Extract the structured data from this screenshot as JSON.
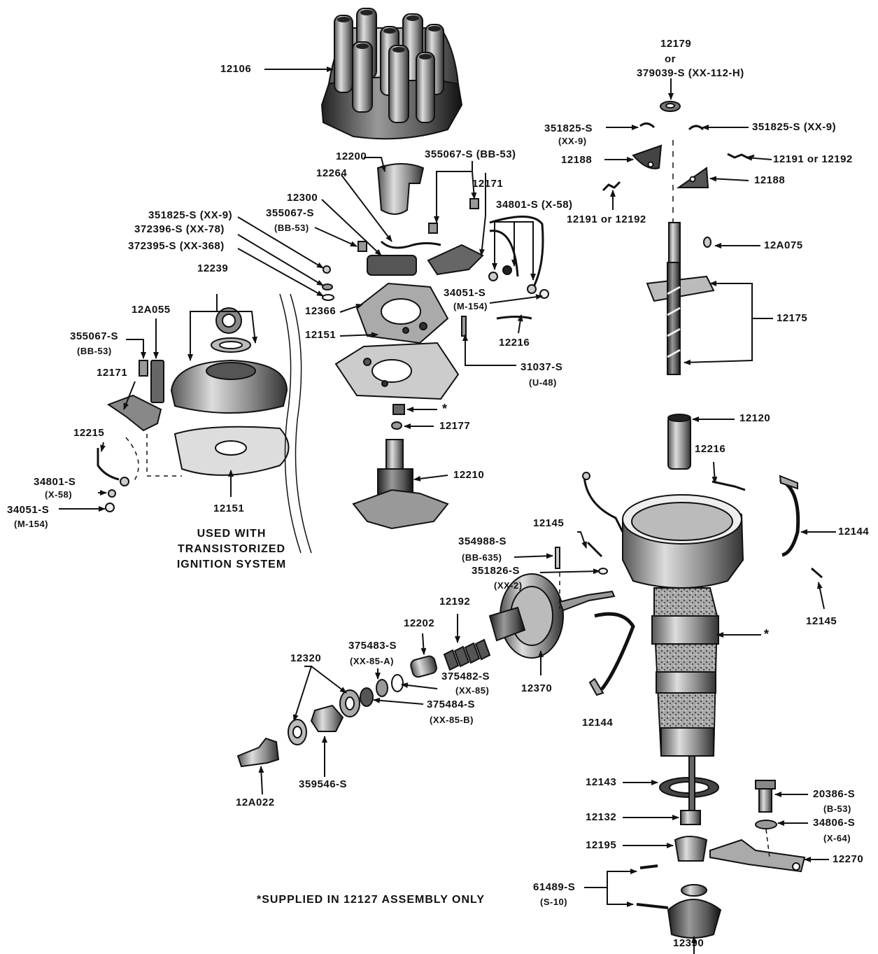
{
  "labels": {
    "cap": "12106",
    "top_ring": "12179",
    "top_or": "or",
    "top_ring_alt": "379039-S (XX-112-H)",
    "clip_left": "351825-S",
    "clip_left_sub": "(XX-9)",
    "clip_right": "351825-S (XX-9)",
    "weight_left": "12188",
    "weight_right": "12188",
    "spring_right": "12191 or 12192",
    "spring_left": "12191 or 12192",
    "pin": "12A075",
    "shaft": "12175",
    "rotor": "12200",
    "screw_top": "355067-S (BB-53)",
    "wire": "12264",
    "condenser": "12300",
    "points": "12171",
    "clip_leads": "34801-S (X-58)",
    "lock_ring": "351825-S (XX-9)",
    "screw_cond": "355067-S",
    "screw_cond_sub": "(BB-53)",
    "washer_a": "372396-S (XX-78)",
    "washer_b": "372395-S (XX-368)",
    "plate_upper": "12366",
    "plate_lower": "12151",
    "nut_lead": "34051-S",
    "nut_lead_sub": "(M-154)",
    "grommet": "12216",
    "screw_base": "31037-S",
    "screw_base_sub": "(U-48)",
    "star": "*",
    "washer_small": "12177",
    "cam": "12210",
    "trans_ring": "12239",
    "trans_block": "12A055",
    "trans_screw": "355067-S",
    "trans_screw_sub": "(BB-53)",
    "trans_points": "12171",
    "trans_wire": "12215",
    "trans_clip": "34801-S",
    "trans_clip_sub": "(X-58)",
    "trans_nut": "34051-S",
    "trans_nut_sub": "(M-154)",
    "trans_plate": "12151",
    "trans_note": [
      "USED WITH",
      "TRANSISTORIZED",
      "IGNITION SYSTEM"
    ],
    "bushing_top": "12120",
    "wire_housing": "12216",
    "clamp_right": "12144",
    "clamp_left": "12144",
    "pin_screw": "12145",
    "pin_right": "12145",
    "screw_vac": "354988-S",
    "screw_vac_sub": "(BB-635)",
    "clip_vac": "351826-S",
    "clip_vac_sub": "(XX-2)",
    "spring_vac": "12192",
    "stop": "12202",
    "vacuum": "12370",
    "washer_c": "375483-S",
    "washer_c_sub": "(XX-85-A)",
    "washer_d": "375482-S",
    "washer_d_sub": "(XX-85)",
    "washer_e": "375484-S",
    "washer_e_sub": "(XX-85-B)",
    "gasket_pair": "12320",
    "nut_fitting": "359546-S",
    "fitting": "12A022",
    "housing_star": "*",
    "oil_seal": "12143",
    "bushing_low": "12132",
    "collar": "12195",
    "roll_pins": "61489-S",
    "roll_pins_sub": "(S-10)",
    "gear": "12390",
    "bolt": "20386-S",
    "bolt_sub": "(B-53)",
    "lock_washer": "34806-S",
    "lock_washer_sub": "(X-64)",
    "clamp_hold": "12270"
  },
  "footnote": "*SUPPLIED IN 12127 ASSEMBLY ONLY"
}
